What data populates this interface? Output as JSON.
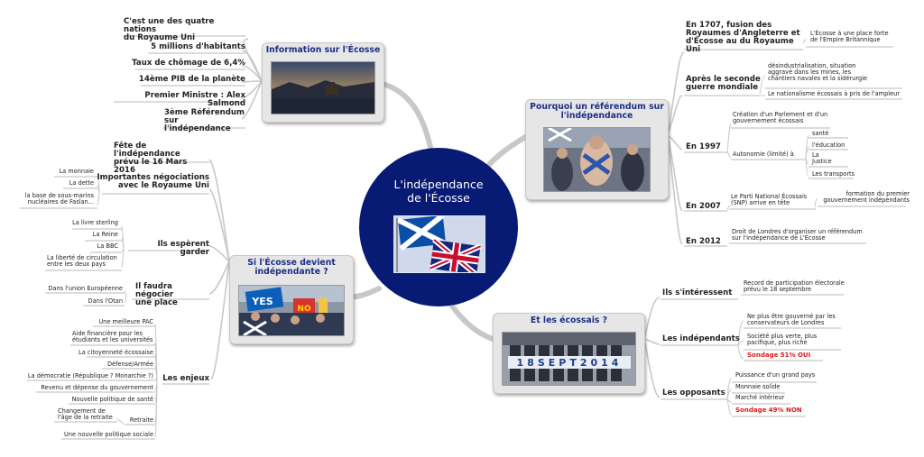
{
  "center": {
    "title": "L'indépendance\nde l'Écosse"
  },
  "branches": {
    "info": {
      "title": "Information sur l'Écosse",
      "items": [
        "C'est une des quatre nations\ndu Royaume Uni",
        "5 millions d'habitants",
        "Taux de chômage de 6,4%",
        "14ème PIB de la planète",
        "Premier Ministre : Alex Salmond",
        "3ème Référendum\nsur l'indépendance"
      ]
    },
    "pourquoi": {
      "title": "Pourquoi un référendum sur\nl'indépendance",
      "groups": [
        {
          "label": "En 1707, fusion des\nRoyaumes d'Angleterre et\nd'Écosse au du Royaume Uni",
          "items": [
            "L'Écosse à une place forte\nde l'Empire Britannique"
          ]
        },
        {
          "label": "Après le seconde\nguerre mondiale",
          "items": [
            "désindustrialisation, situation\naggravé dans les mines, les\nchantiers navales et la sidérurgie",
            "Le nationalisme écossais à pris de l'ampleur"
          ]
        },
        {
          "label": "En 1997",
          "items": [
            "Création d'un Parlement et d'un\ngouvernement écossais",
            "Autonomie (limité) à"
          ],
          "sub": [
            "santé",
            "l'éducation",
            "La\nJustice",
            "Les transports"
          ]
        },
        {
          "label": "En 2007",
          "items": [
            "Le Parti National Écossais\n(SNP) arrive en tête"
          ],
          "sub": [
            "formation du premier\ngouvernement indépendants"
          ]
        },
        {
          "label": "En 2012",
          "items": [
            "Droit de Londres d'organiser un référendum\nsur l'indépendance de L'Écosse"
          ]
        }
      ]
    },
    "ecossais": {
      "title": "Et les écossais ?",
      "groups": [
        {
          "label": "Ils s'intéressent",
          "items": [
            "Record de participation électorale\nprévu le 18 septembre"
          ]
        },
        {
          "label": "Les indépendants",
          "items": [
            "Ne plus être gouverné par les\nconservateurs de Londres",
            "Société plus verte, plus\npacifique, plus riche"
          ],
          "poll": "Sondage 51% OUI"
        },
        {
          "label": "Les opposants",
          "items": [
            "Puissance d'un grand pays",
            "Monnaie solide",
            "Marché intérieur"
          ],
          "poll": "Sondage 49% NON"
        }
      ],
      "photo_text": "18SEPT2014"
    },
    "si": {
      "title": "Si l'Écosse devient\nindépendante ?",
      "top_label": "Fête de l'indépendance\nprévu le 16 Mars 2016",
      "groups": [
        {
          "label": "Importantes négociations\navec le Royaume Uni",
          "items": [
            "La monnaie",
            "La dette",
            "la base de sous-marins\nnucléaires de Faslan..."
          ]
        },
        {
          "label": "Ils espèrent garder",
          "items": [
            "La livre sterling",
            "La Reine",
            "La BBC",
            "La liberté de circulation\nentre les deux pays"
          ]
        },
        {
          "label": "Il faudra négocier\nune place",
          "items": [
            "Dans l'union Européenne",
            "Dans l'Otan"
          ]
        },
        {
          "label": "Les enjeux",
          "items": [
            "Une meilleure PAC",
            "Aide financière pour les\nétudiants et les universités",
            "La citoyenneté écossaise",
            "Défense/Armée",
            "La démocratie (République ? Monarchie ?)",
            "Revenu et dépense du gouvernement",
            "Nouvelle politique de santé",
            "Retraite",
            "Une nouvelle politique sociale"
          ],
          "sub": [
            "Changement de\nl'âge de la retraite"
          ]
        }
      ],
      "photo_signs": [
        "YES",
        "NO"
      ]
    }
  },
  "colors": {
    "central": "#071a74",
    "branch_title": "#1c2f86",
    "connector": "#c8c8c8",
    "poll": "#e01818",
    "underline": "#b9b9b9"
  }
}
